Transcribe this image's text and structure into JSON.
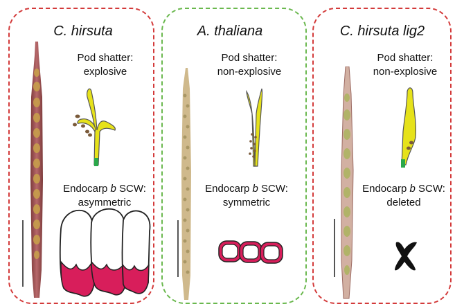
{
  "panels": [
    {
      "title": "C. hirsuta",
      "shatter_label": "Pod shatter:",
      "shatter_value": "explosive",
      "scw_label_pre": "Endocarp ",
      "scw_label_b": "b",
      "scw_label_post": " SCW:",
      "scw_value": "asymmetric"
    },
    {
      "title": "A. thaliana",
      "shatter_label": "Pod shatter:",
      "shatter_value": "non-explosive",
      "scw_label_pre": "Endocarp ",
      "scw_label_b": "b",
      "scw_label_post": " SCW:",
      "scw_value": "symmetric"
    },
    {
      "title_italic": "C. hirsuta lig2",
      "shatter_label": "Pod shatter:",
      "shatter_value": "non-explosive",
      "scw_label_pre": "Endocarp ",
      "scw_label_b": "b",
      "scw_label_post": " SCW:",
      "scw_value": "deleted"
    }
  ],
  "colors": {
    "red_border": "#d33a3a",
    "green_border": "#6ab84e",
    "valve_yellow": "#e6e21a",
    "tip_green": "#2aa84a",
    "cell_wall_pink": "#d81e5b",
    "seed_brown": "#7a5a3a"
  }
}
